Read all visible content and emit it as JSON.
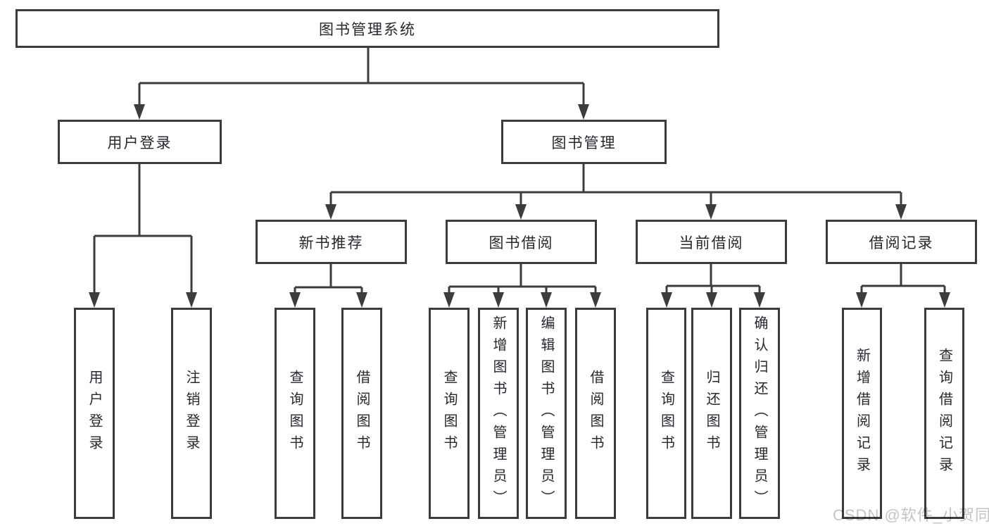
{
  "tree": {
    "root": "图书管理系统",
    "branches": [
      {
        "label": "用户登录",
        "children": [
          "用户登录",
          "注销登录"
        ]
      },
      {
        "label": "图书管理",
        "groups": [
          {
            "label": "新书推荐",
            "children": [
              "查询图书",
              "借阅图书"
            ]
          },
          {
            "label": "图书借阅",
            "children": [
              "查询图书",
              "新增图书（管理员）",
              "编辑图书（管理员）",
              "借阅图书"
            ]
          },
          {
            "label": "当前借阅",
            "children": [
              "查询图书",
              "归还图书",
              "确认归还（管理员）"
            ]
          },
          {
            "label": "借阅记录",
            "children": [
              "新增借阅记录",
              "查询借阅记录"
            ]
          }
        ]
      }
    ]
  },
  "watermark": {
    "text": "CSDN @软件_小贺同学"
  },
  "colors": {
    "line": "#3c3c3c",
    "text": "#26282e",
    "box_background": "#ffffff",
    "watermark": "#c4c4c4",
    "page_background": "#ffffff"
  }
}
